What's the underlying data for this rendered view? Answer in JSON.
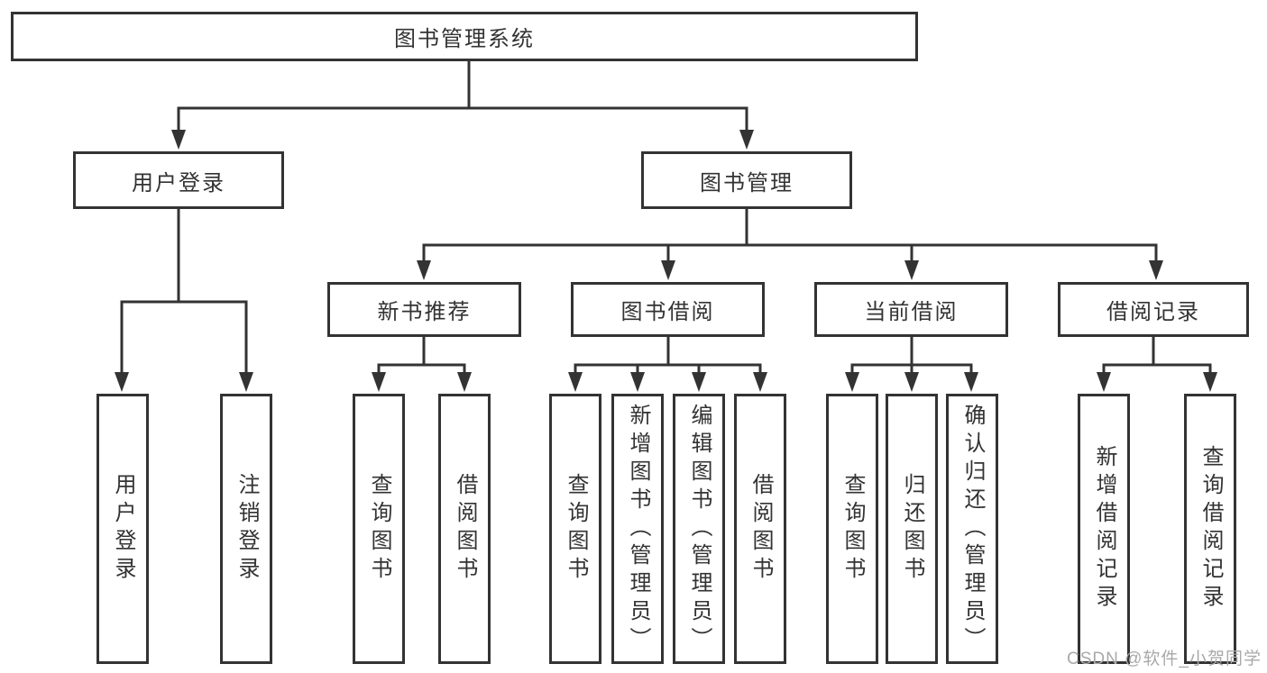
{
  "nodes": {
    "root": "图书管理系统",
    "level2": {
      "user_login": "用户登录",
      "book_management": "图书管理"
    },
    "level3": {
      "new_book_recommend": "新书推荐",
      "book_borrow": "图书借阅",
      "current_borrow": "当前借阅",
      "borrow_records": "借阅记录"
    },
    "leaves": {
      "user_login": "用户登录",
      "logout": "注销登录",
      "query_book_nb": "查询图书",
      "borrow_book_nb": "借阅图书",
      "query_book_bb": "查询图书",
      "add_book_admin": "新增图书（管理员）",
      "edit_book_admin": "编辑图书（管理员）",
      "borrow_book_bb": "借阅图书",
      "query_book_cb": "查询图书",
      "return_book": "归还图书",
      "confirm_return_admin": "确认归还（管理员）",
      "add_borrow_record": "新增借阅记录",
      "query_borrow_record": "查询借阅记录"
    }
  },
  "watermark": {
    "text": "CSDN @软件_小贺同学"
  },
  "colors": {
    "line": "#333333",
    "text": "#333333",
    "box_background": "#ffffff",
    "page_background": "#ffffff",
    "watermark": "#a9a9a9"
  }
}
